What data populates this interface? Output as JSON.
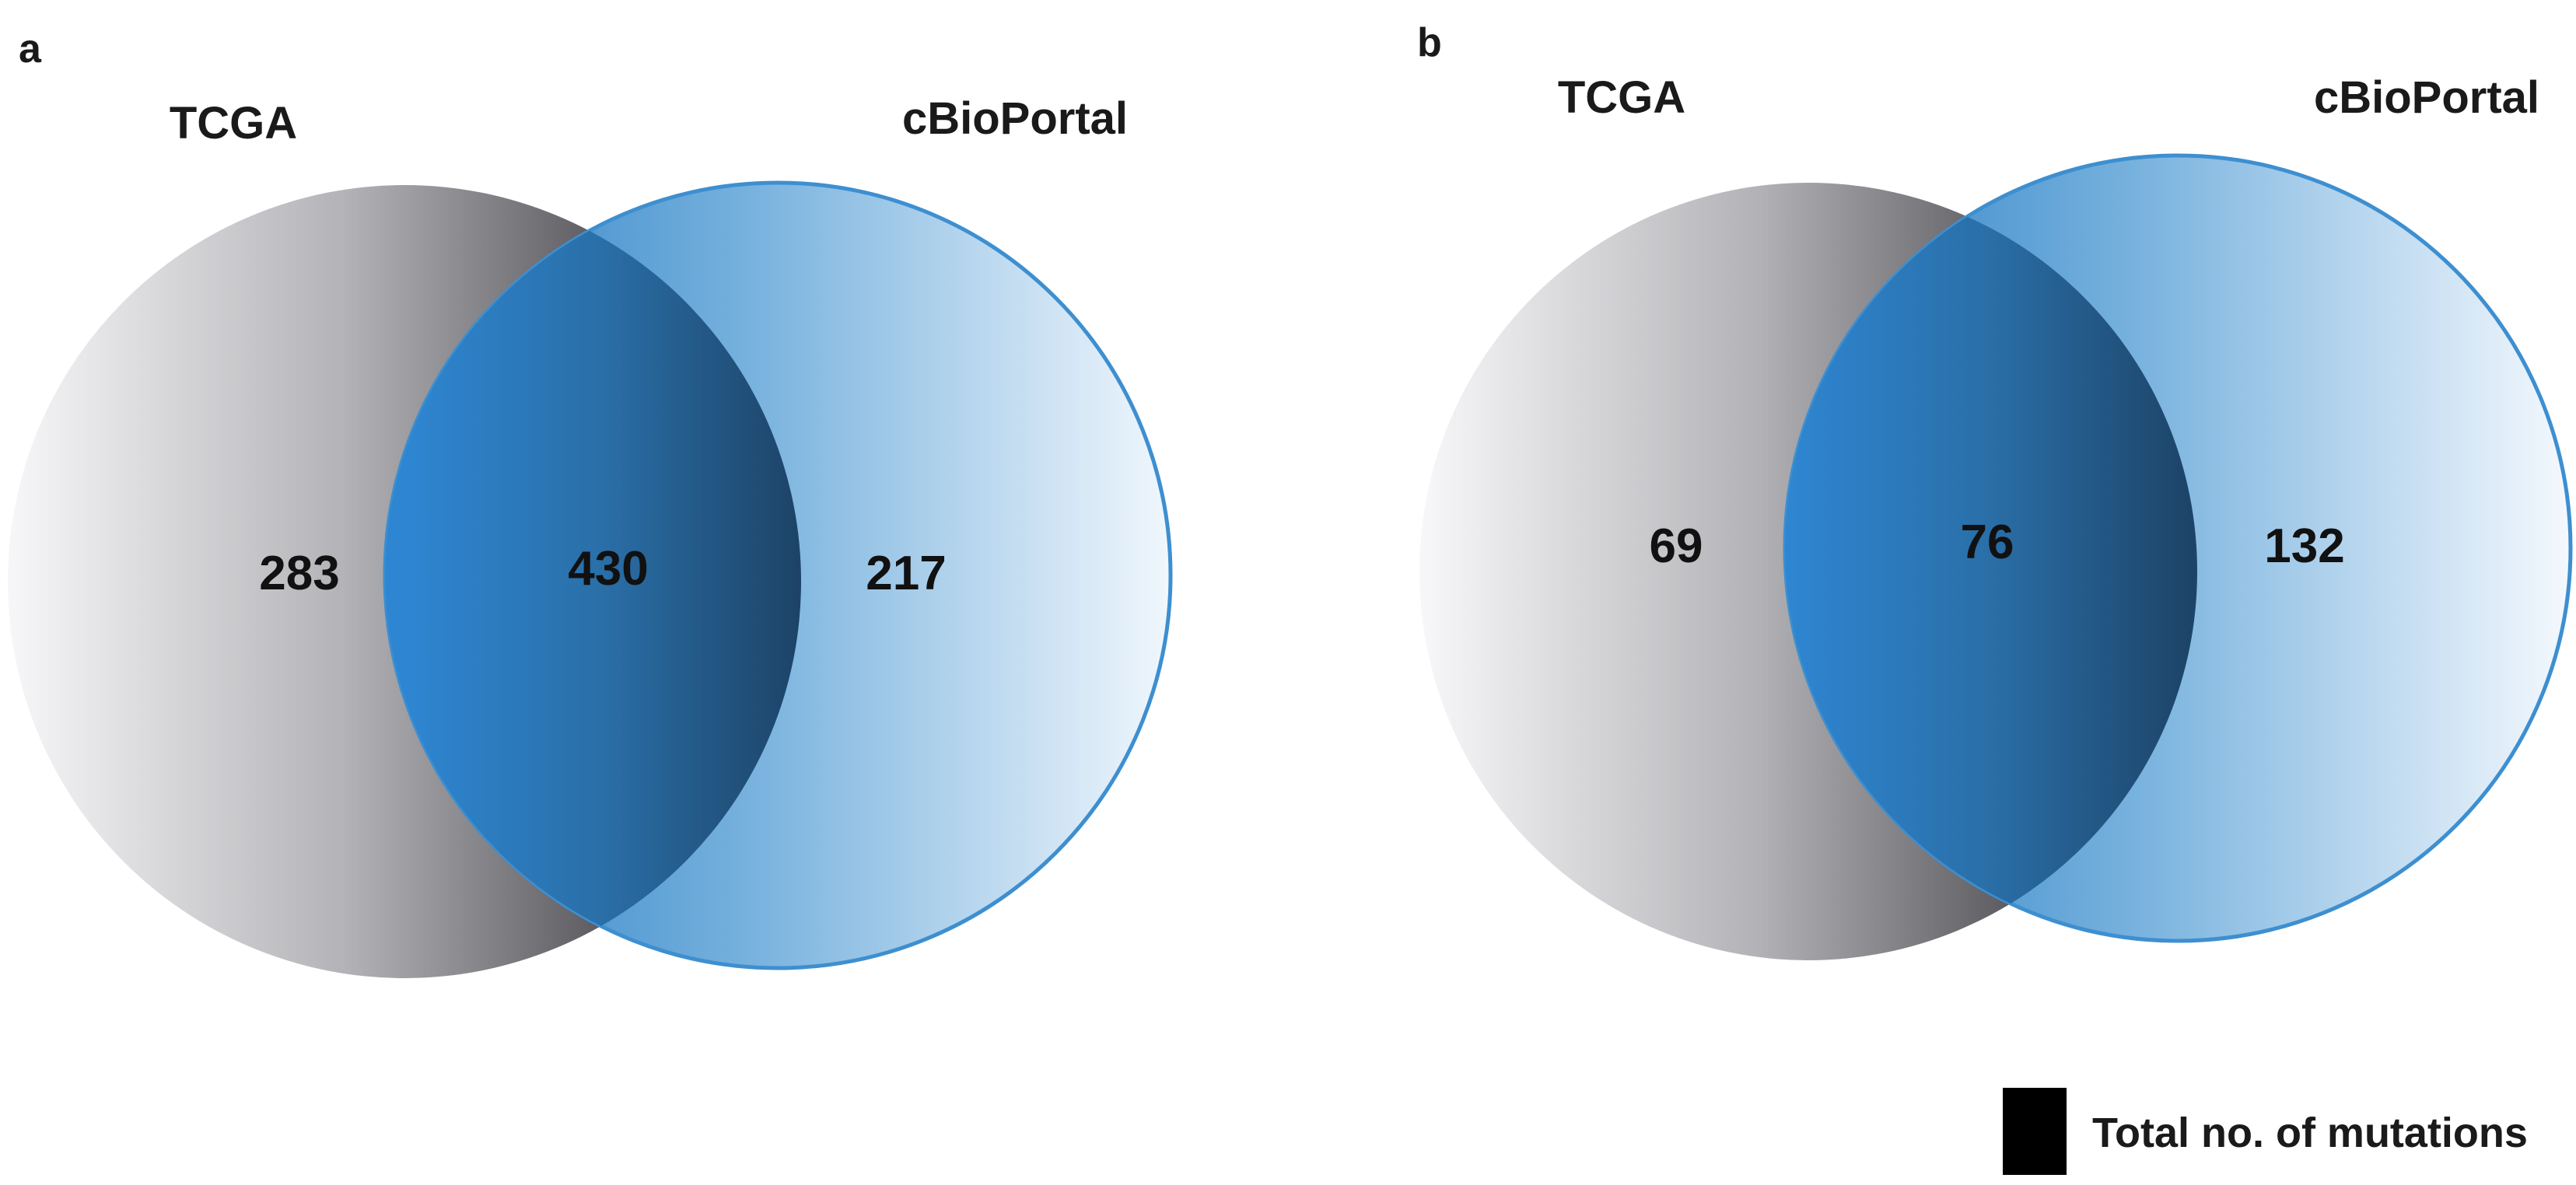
{
  "panels": [
    {
      "letter": "a",
      "left_set": "TCGA",
      "right_set": "cBioPortal",
      "left_only": "283",
      "overlap": "430",
      "right_only": "217"
    },
    {
      "letter": "b",
      "left_set": "TCGA",
      "right_set": "cBioPortal",
      "left_only": "69",
      "overlap": "76",
      "right_only": "132"
    }
  ],
  "legend": {
    "label": "Total no. of mutations",
    "swatch_color": "#000000"
  },
  "colors": {
    "tcga_light": "#f4f4f6",
    "tcga_dark": "#5a5a5e",
    "cbioportal_dark": "#2f84c8",
    "cbioportal_light": "#eef5fc",
    "overlap_left": "#2f86d0",
    "overlap_right": "#1e4a70"
  }
}
